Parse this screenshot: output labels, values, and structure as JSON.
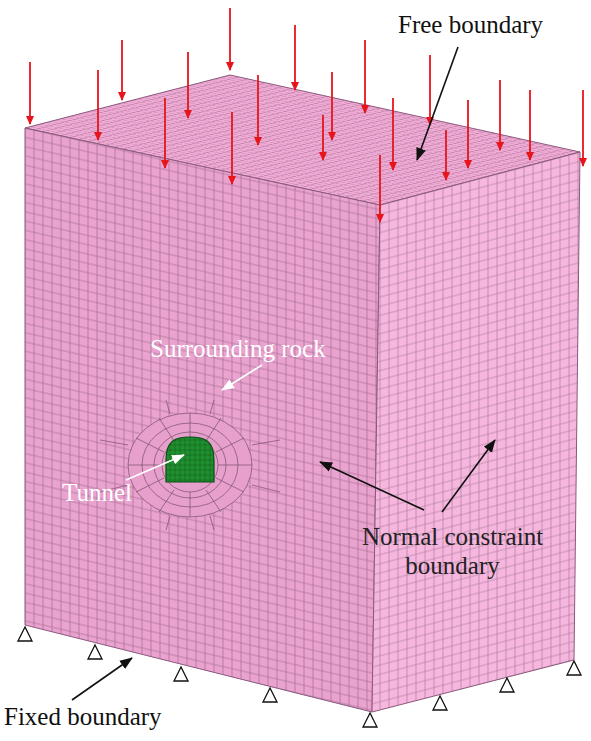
{
  "diagram": {
    "labels": [
      "Free boundary",
      "Surrounding rock",
      "Tunnel",
      "Normal constraint boundary",
      "Fixed boundary"
    ]
  }
}
